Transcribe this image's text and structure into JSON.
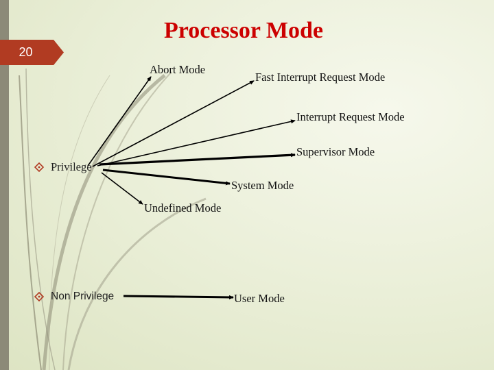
{
  "slide": {
    "number": "20",
    "title": "Processor Mode"
  },
  "bullets": {
    "privilege": "Privilege",
    "non_privilege": "Non Privilege"
  },
  "modes": {
    "abort": "Abort Mode",
    "fiq": "Fast Interrupt Request Mode",
    "irq": "Interrupt Request Mode",
    "supervisor": "Supervisor Mode",
    "system": "System Mode",
    "undefined": "Undefined Mode",
    "user": "User Mode"
  },
  "colors": {
    "title": "#cc0000",
    "slide_number_bg": "#b13b22",
    "bullet_icon": "#b13b22",
    "arrow": "#000000"
  }
}
